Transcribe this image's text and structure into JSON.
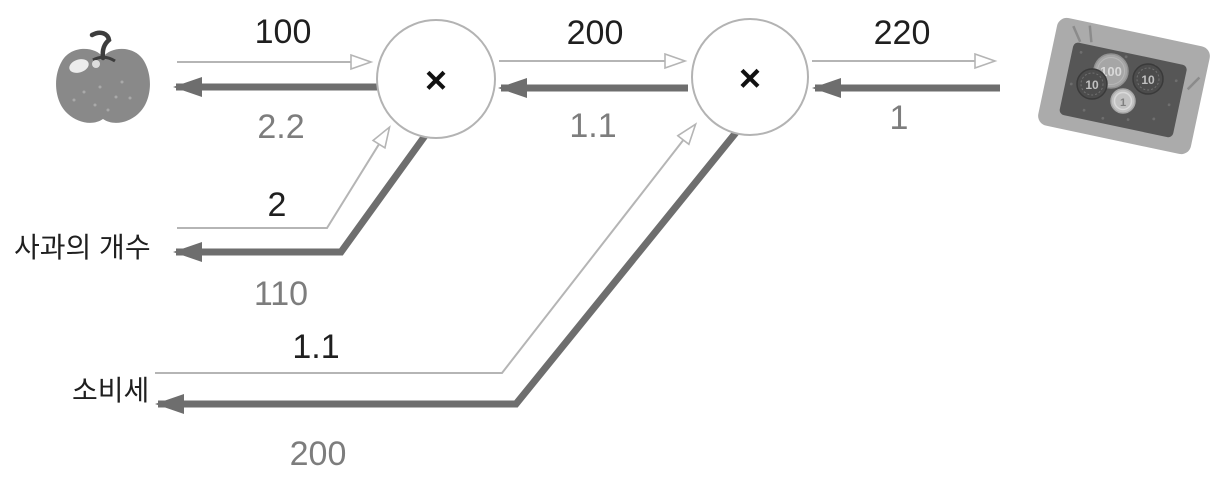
{
  "colors": {
    "forward_line": "#b5b5b5",
    "backward_line": "#6e6e6e",
    "node_stroke": "#b3b3b3",
    "text_black": "#1f1f1f",
    "text_gray": "#7d7d7d"
  },
  "nodes": {
    "node1_op": "×",
    "node2_op": "×"
  },
  "inputs": {
    "apple_count_label": "사과의 개수",
    "tax_label": "소비세"
  },
  "edges": {
    "apple_to_mul1": {
      "forward": "100",
      "backward": "2.2"
    },
    "mul1_to_mul2": {
      "forward": "200",
      "backward": "1.1"
    },
    "mul2_to_money": {
      "forward": "220",
      "backward": "1"
    },
    "apple_count_to_mul1": {
      "forward": "2",
      "backward": "110"
    },
    "tax_to_mul2": {
      "forward": "1.1",
      "backward": "200"
    }
  },
  "money_icon": {
    "coin_values": [
      "100",
      "10",
      "10",
      "1"
    ]
  }
}
